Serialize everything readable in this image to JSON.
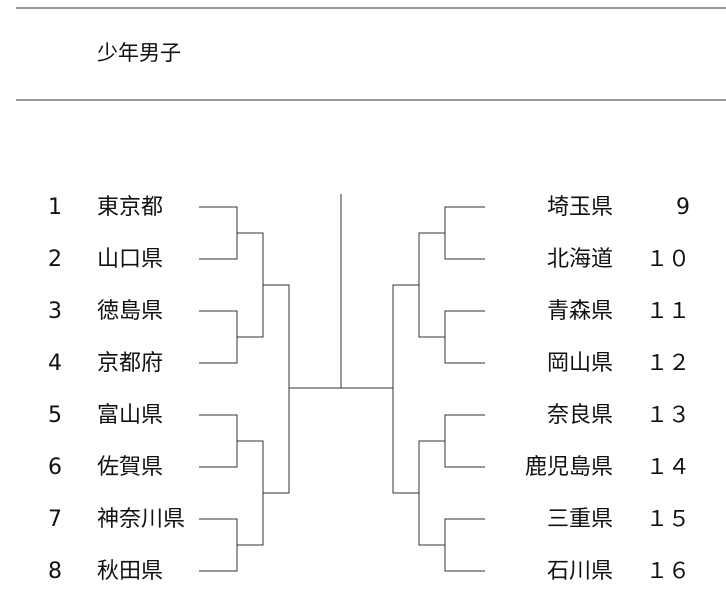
{
  "title": "少年男子",
  "left_teams": [
    {
      "num": "1",
      "name": "東京都"
    },
    {
      "num": "2",
      "name": "山口県"
    },
    {
      "num": "3",
      "name": "徳島県"
    },
    {
      "num": "4",
      "name": "京都府"
    },
    {
      "num": "5",
      "name": "富山県"
    },
    {
      "num": "6",
      "name": "佐賀県"
    },
    {
      "num": "7",
      "name": "神奈川県"
    },
    {
      "num": "8",
      "name": "秋田県"
    }
  ],
  "right_teams": [
    {
      "num": "9",
      "name": "埼玉県"
    },
    {
      "num": "１０",
      "name": "北海道"
    },
    {
      "num": "１１",
      "name": "青森県"
    },
    {
      "num": "１２",
      "name": "岡山県"
    },
    {
      "num": "１３",
      "name": "奈良県"
    },
    {
      "num": "１４",
      "name": "鹿児島県"
    },
    {
      "num": "１５",
      "name": "三重県"
    },
    {
      "num": "１６",
      "name": "石川県"
    }
  ]
}
